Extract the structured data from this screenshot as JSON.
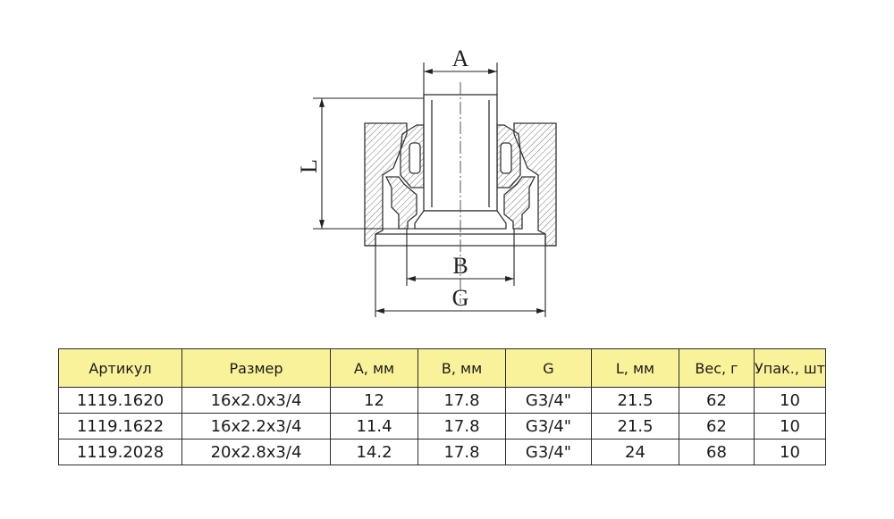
{
  "drawing": {
    "labels": {
      "a": "A",
      "l": "L",
      "b": "B",
      "g": "G"
    }
  },
  "table": {
    "headers": [
      "Артикул",
      "Размер",
      "A, мм",
      "B, мм",
      "G",
      "L, мм",
      "Вес, г",
      "Упак., шт"
    ],
    "rows": [
      [
        "1119.1620",
        "16x2.0x3/4",
        "12",
        "17.8",
        "G3/4\"",
        "21.5",
        "62",
        "10"
      ],
      [
        "1119.1622",
        "16x2.2x3/4",
        "11.4",
        "17.8",
        "G3/4\"",
        "21.5",
        "62",
        "10"
      ],
      [
        "1119.2028",
        "20x2.8x3/4",
        "14.2",
        "17.8",
        "G3/4\"",
        "24",
        "68",
        "10"
      ]
    ],
    "header_color": "#faf29a"
  }
}
